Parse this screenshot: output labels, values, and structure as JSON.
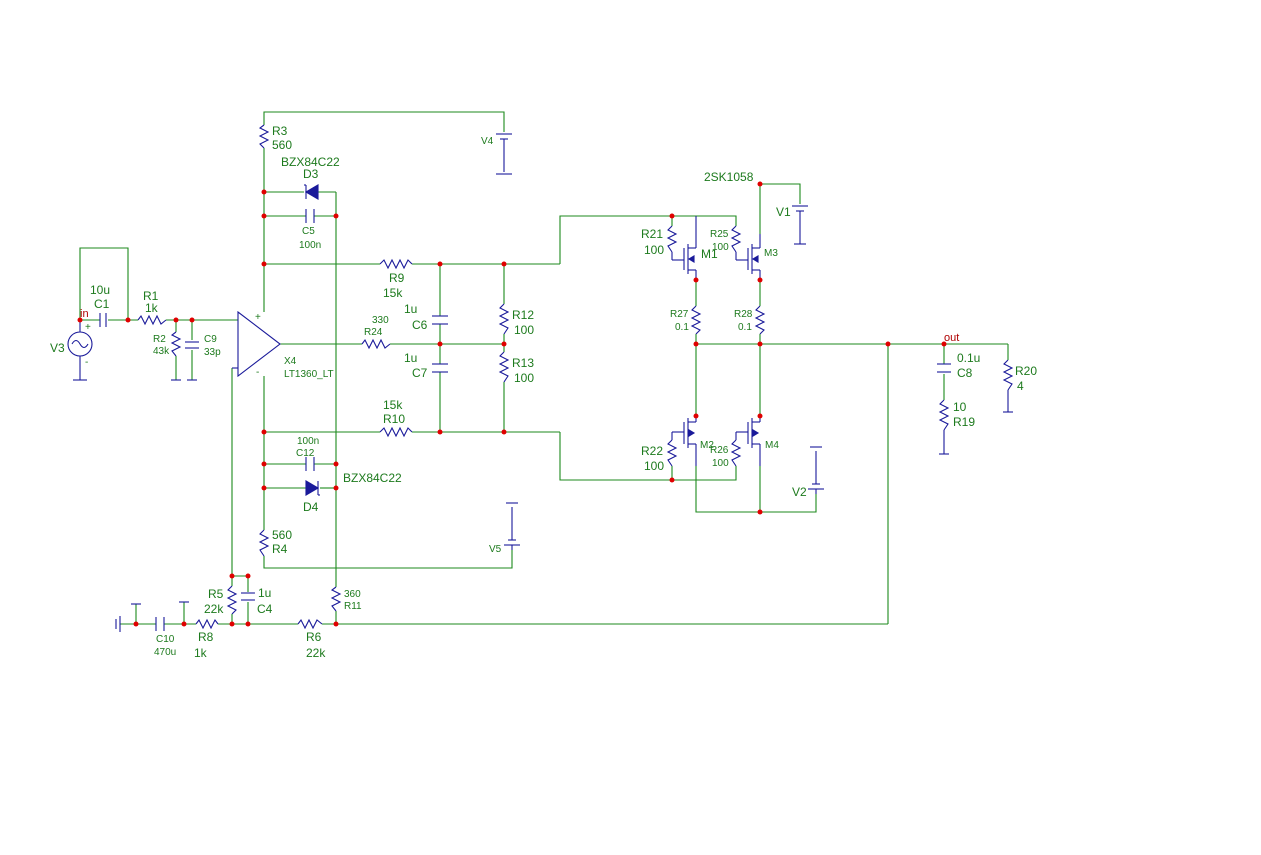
{
  "net_labels": {
    "in": "in",
    "out": "out"
  },
  "components": {
    "V3": {
      "ref": "V3",
      "plus": "+",
      "minus": "-"
    },
    "C1": {
      "ref": "C1",
      "value": "10u"
    },
    "R1": {
      "ref": "R1",
      "value": "1k"
    },
    "R2": {
      "ref": "R2",
      "value": "43k"
    },
    "C9": {
      "ref": "C9",
      "value": "33p"
    },
    "X4": {
      "ref": "X4",
      "value": "LT1360_LT",
      "plus": "+",
      "minus": "-"
    },
    "R3": {
      "ref": "R3",
      "value": "560"
    },
    "V4": {
      "ref": "V4"
    },
    "D3": {
      "ref": "D3",
      "value": "BZX84C22"
    },
    "C5": {
      "ref": "C5",
      "value": "100n"
    },
    "R9": {
      "ref": "R9",
      "value": "15k"
    },
    "R24": {
      "ref": "R24",
      "value": "330"
    },
    "C6": {
      "ref": "C6",
      "value": "1u"
    },
    "C7": {
      "ref": "C7",
      "value": "1u"
    },
    "R10": {
      "ref": "R10",
      "value": "15k"
    },
    "R12": {
      "ref": "R12",
      "value": "100"
    },
    "R13": {
      "ref": "R13",
      "value": "100"
    },
    "C12": {
      "ref": "C12",
      "value": "100n"
    },
    "D4": {
      "ref": "D4",
      "value": "BZX84C22"
    },
    "R4": {
      "ref": "R4",
      "value": "560"
    },
    "V5": {
      "ref": "V5"
    },
    "R5": {
      "ref": "R5",
      "value": "22k"
    },
    "C4": {
      "ref": "C4",
      "value": "1u"
    },
    "R11": {
      "ref": "R11",
      "value": "360"
    },
    "C10": {
      "ref": "C10",
      "value": "470u"
    },
    "R8": {
      "ref": "R8",
      "value": "1k"
    },
    "R6": {
      "ref": "R6",
      "value": "22k"
    },
    "M3_part": {
      "value": "2SK1058"
    },
    "V1": {
      "ref": "V1"
    },
    "R21": {
      "ref": "R21",
      "value": "100"
    },
    "R25": {
      "ref": "R25",
      "value": "100"
    },
    "M1": {
      "ref": "M1"
    },
    "M3": {
      "ref": "M3"
    },
    "R27": {
      "ref": "R27",
      "value": "0.1"
    },
    "R28": {
      "ref": "R28",
      "value": "0.1"
    },
    "R22": {
      "ref": "R22",
      "value": "100"
    },
    "R26": {
      "ref": "R26",
      "value": "100"
    },
    "M2": {
      "ref": "M2"
    },
    "M4": {
      "ref": "M4"
    },
    "V2": {
      "ref": "V2"
    },
    "C8": {
      "ref": "C8",
      "value": "0.1u"
    },
    "R19": {
      "ref": "R19",
      "value": "10"
    },
    "R20": {
      "ref": "R20",
      "value": "4"
    }
  }
}
